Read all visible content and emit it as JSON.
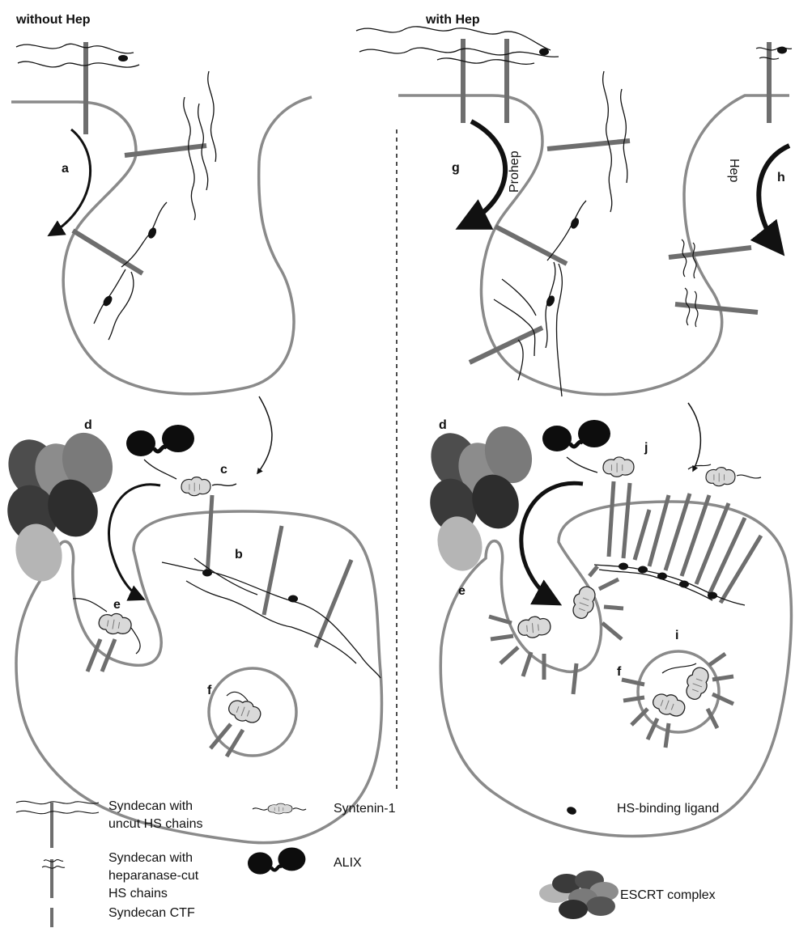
{
  "titles": {
    "left": "without Hep",
    "right": "with Hep"
  },
  "step_labels": {
    "a": "a",
    "b": "b",
    "c": "c",
    "d": "d",
    "e": "e",
    "f": "f",
    "g": "g",
    "h": "h",
    "i": "i",
    "j": "j"
  },
  "arrow_labels": {
    "prohep": "Prohep",
    "hep": "Hep"
  },
  "legend": {
    "syndecan_uncut": "Syndecan with uncut HS chains",
    "syndecan_uncut_l1": "Syndecan with",
    "syndecan_uncut_l2": "uncut HS chains",
    "syndecan_cut_l1": "Syndecan with",
    "syndecan_cut_l2": "heparanase-cut",
    "syndecan_cut_l3": "HS chains",
    "syndecan_ctf": "Syndecan CTF",
    "syntenin": "Syntenin-1",
    "alix": "ALIX",
    "ligand": "HS-binding ligand",
    "escrt": "ESCRT complex"
  },
  "colors": {
    "membrane": "#8a8a8a",
    "syndecan": "#6e6e6e",
    "ink": "#111111",
    "syntenin_fill": "#d9d9d9"
  },
  "icons": {
    "syndecan_uncut": "syndecan-uncut-icon",
    "syndecan_cut": "syndecan-cut-icon",
    "syndecan_ctf": "syndecan-ctf-icon",
    "syntenin": "syntenin-icon",
    "alix": "alix-icon",
    "ligand": "ligand-icon",
    "escrt": "escrt-icon"
  }
}
